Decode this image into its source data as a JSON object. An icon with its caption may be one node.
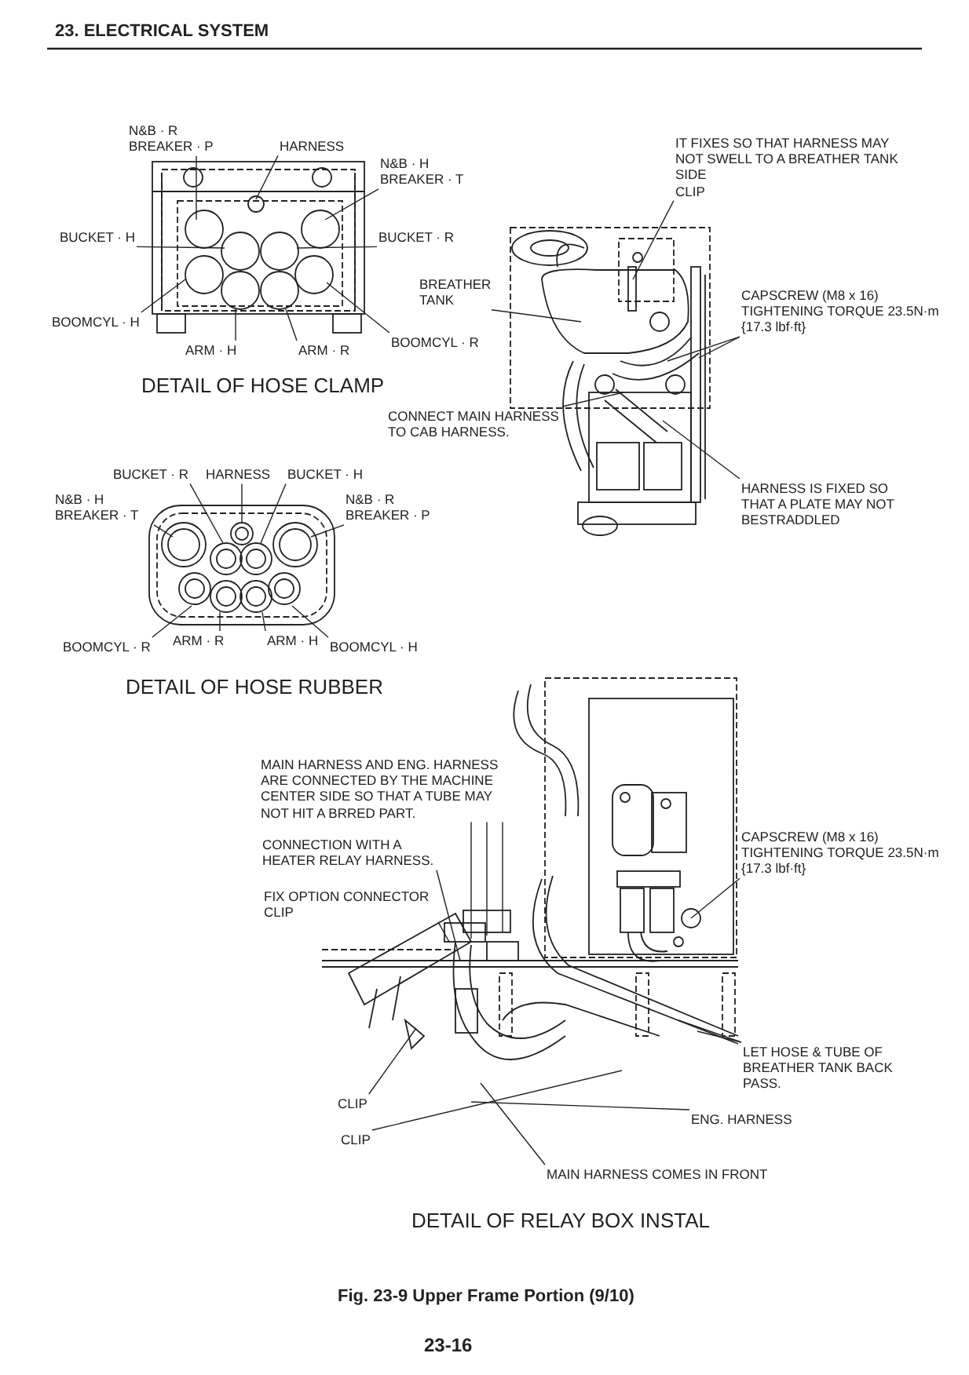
{
  "diagram": {
    "caption": "Fig. 23-9 Upper Frame Portion (9/10)",
    "nodes": [
      {
        "text": [
          "N&B · R BREAKER · P"
        ]
      },
      {
        "text": [
          "HARNESS"
        ]
      },
      {
        "text": [
          "N&B · H BREAKER · T"
        ]
      },
      {
        "text": [
          "BUCKET · H"
        ]
      },
      {
        "text": [
          "BUCKET · R"
        ]
      },
      {
        "text": [
          "BOOMCYL · H"
        ]
      },
      {
        "text": [
          "ARM · H"
        ]
      },
      {
        "text": [
          "ARM · R"
        ]
      },
      {
        "text": [
          "BOOMCYL · R"
        ]
      },
      {
        "text": [
          "IT FIXES SO THAT HARNESS MAY NOT SWELL TO A BREATHER TANK SIDE",
          "CLIP"
        ]
      },
      {
        "text": [
          "BREATHER TANK"
        ]
      },
      {
        "text": [
          "CAPSCREW (M8 x 16) TIGHTENING TORQUE 23.5N·m {17.3 lbf·ft}"
        ]
      },
      {
        "text": [
          "CONNECT MAIN HARNESS TO CAB HARNESS."
        ]
      },
      {
        "text": [
          "HARNESS IS FIXED SO THAT A PLATE MAY NOT BESTRADDLED"
        ]
      },
      {
        "text": [
          "BUCKET · R"
        ]
      },
      {
        "text": [
          "HARNESS"
        ]
      },
      {
        "text": [
          "BUCKET · H"
        ]
      },
      {
        "text": [
          "N&B · H BREAKER · T"
        ]
      },
      {
        "text": [
          "N&B · R BREAKER · P"
        ]
      },
      {
        "text": [
          "BOOMCYL · R"
        ]
      },
      {
        "text": [
          "ARM · R"
        ]
      },
      {
        "text": [
          "ARM · H"
        ]
      },
      {
        "text": [
          "BOOMCYL · H"
        ]
      },
      {
        "text": [
          "MAIN HARNESS AND ENG. HARNESS ARE CONNECTED BY THE MACHINE CENTER SIDE SO THAT A TUBE MAY NOT HIT A BRRED PART."
        ]
      },
      {
        "text": [
          "CONNECTION WITH A HEATER RELAY HARNESS."
        ]
      },
      {
        "text": [
          "FIX OPTION CONNECTOR",
          "CLIP"
        ]
      },
      {
        "text": [
          "CAPSCREW (M8 x 16) TIGHTENING TORQUE 23.5N·m {17.3 lbf·ft}"
        ]
      },
      {
        "text": [
          "LET HOSE & TUBE OF BREATHER TANK BACK PASS."
        ]
      },
      {
        "text": [
          "CLIP"
        ]
      },
      {
        "text": [
          "ENG. HARNESS"
        ]
      },
      {
        "text": [
          "CLIP"
        ]
      },
      {
        "text": [
          "MAIN HARNESS COMES IN FRONT"
        ]
      },
      {
        "text": [],
        "shape": "picture"
      },
      {
        "text": [],
        "shape": "picture"
      },
      {
        "text": [],
        "shape": "picture"
      },
      {
        "text": [],
        "shape": "picture"
      }
    ],
    "edges": [
      {
        "from": 0,
        "to": 32,
        "arrow": "none"
      },
      {
        "from": 1,
        "to": 32,
        "arrow": "none"
      },
      {
        "from": 2,
        "to": 32,
        "arrow": "none"
      },
      {
        "from": 3,
        "to": 32,
        "arrow": "none"
      },
      {
        "from": 4,
        "to": 32,
        "arrow": "none"
      },
      {
        "from": 5,
        "to": 32,
        "arrow": "none"
      },
      {
        "from": 6,
        "to": 32,
        "arrow": "none"
      },
      {
        "from": 7,
        "to": 32,
        "arrow": "none"
      },
      {
        "from": 8,
        "to": 32,
        "arrow": "none"
      },
      {
        "from": 9,
        "to": 33,
        "arrow": "none"
      },
      {
        "from": 10,
        "to": 33,
        "arrow": "none"
      },
      {
        "from": 11,
        "to": 33,
        "arrow": "none"
      },
      {
        "from": 11,
        "to": 33,
        "arrow": "none"
      },
      {
        "from": 12,
        "to": 33,
        "arrow": "none"
      },
      {
        "from": 13,
        "to": 33,
        "arrow": "none"
      },
      {
        "from": 14,
        "to": 34,
        "arrow": "none"
      },
      {
        "from": 15,
        "to": 34,
        "arrow": "none"
      },
      {
        "from": 16,
        "to": 34,
        "arrow": "none"
      },
      {
        "from": 17,
        "to": 34,
        "arrow": "none"
      },
      {
        "from": 18,
        "to": 34,
        "arrow": "none"
      },
      {
        "from": 19,
        "to": 34,
        "arrow": "none"
      },
      {
        "from": 20,
        "to": 34,
        "arrow": "none"
      },
      {
        "from": 21,
        "to": 34,
        "arrow": "none"
      },
      {
        "from": 22,
        "to": 34,
        "arrow": "none"
      },
      {
        "from": 23,
        "to": 35,
        "arrow": "none"
      },
      {
        "from": 23,
        "to": 35,
        "arrow": "none"
      },
      {
        "from": 23,
        "to": 35,
        "arrow": "none"
      },
      {
        "from": 24,
        "to": 35,
        "arrow": "none"
      },
      {
        "from": 25,
        "to": 35,
        "arrow": "none"
      },
      {
        "from": 26,
        "to": 35,
        "arrow": "none"
      },
      {
        "from": 27,
        "to": 35,
        "arrow": "none"
      },
      {
        "from": 27,
        "to": 35,
        "arrow": "none"
      },
      {
        "from": 28,
        "to": 35,
        "arrow": "none"
      },
      {
        "from": 29,
        "to": 35,
        "arrow": "none"
      },
      {
        "from": 30,
        "to": 35,
        "arrow": "none"
      },
      {
        "from": 31,
        "to": 35,
        "arrow": "none"
      }
    ],
    "labels": [
      "23. ELECTRICAL SYSTEM",
      "DETAIL OF HOSE CLAMP",
      "DETAIL OF HOSE RUBBER",
      "DETAIL OF RELAY BOX INSTAL",
      "23-16"
    ]
  }
}
